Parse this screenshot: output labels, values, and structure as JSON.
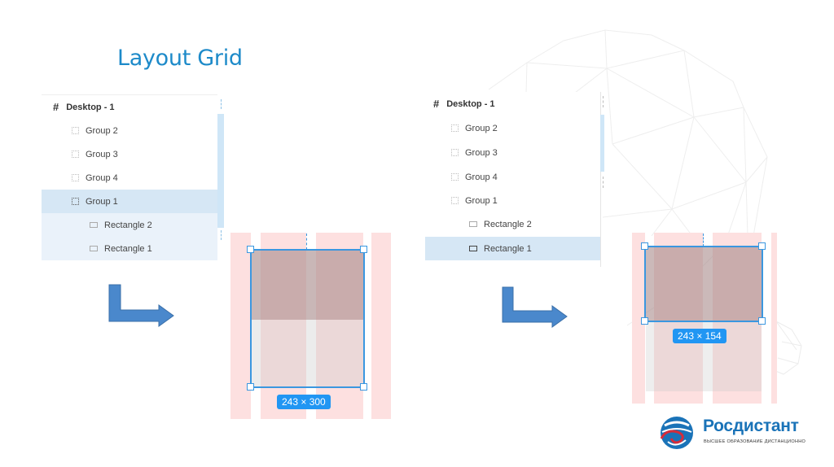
{
  "title": "Layout Grid",
  "colors": {
    "accent": "#1d8ac9",
    "selection": "#3a97e0",
    "dimension_badge": "#2196f3",
    "grid_column": "#fde0e0",
    "selected_row": "#d6e7f5",
    "child_row": "#eaf2fa",
    "arrow": "#4a88cc"
  },
  "left_panel": {
    "items": [
      {
        "label": "Desktop - 1",
        "icon": "frame-hash-icon",
        "level": 0
      },
      {
        "label": "Group 2",
        "icon": "group-icon",
        "level": 1
      },
      {
        "label": "Group 3",
        "icon": "group-icon",
        "level": 1
      },
      {
        "label": "Group 4",
        "icon": "group-icon",
        "level": 1
      },
      {
        "label": "Group 1",
        "icon": "group-icon",
        "level": 1,
        "selected": true
      },
      {
        "label": "Rectangle 2",
        "icon": "rectangle-icon",
        "level": 2
      },
      {
        "label": "Rectangle 1",
        "icon": "rectangle-icon",
        "level": 2
      }
    ]
  },
  "right_panel": {
    "items": [
      {
        "label": "Desktop - 1",
        "icon": "frame-hash-icon",
        "level": 0
      },
      {
        "label": "Group 2",
        "icon": "group-icon",
        "level": 1
      },
      {
        "label": "Group 3",
        "icon": "group-icon",
        "level": 1
      },
      {
        "label": "Group 4",
        "icon": "group-icon",
        "level": 1
      },
      {
        "label": "Group 1",
        "icon": "group-icon",
        "level": 1
      },
      {
        "label": "Rectangle 2",
        "icon": "rectangle-icon",
        "level": 2
      },
      {
        "label": "Rectangle 1",
        "icon": "rectangle-icon",
        "level": 2,
        "selected": true
      }
    ]
  },
  "left_canvas": {
    "dimension": "243 × 300"
  },
  "right_canvas": {
    "dimension": "243 × 154"
  },
  "logo": {
    "name": "Росдистант",
    "tagline": "ВЫСШЕЕ ОБРАЗОВАНИЕ ДИСТАНЦИОННО"
  }
}
